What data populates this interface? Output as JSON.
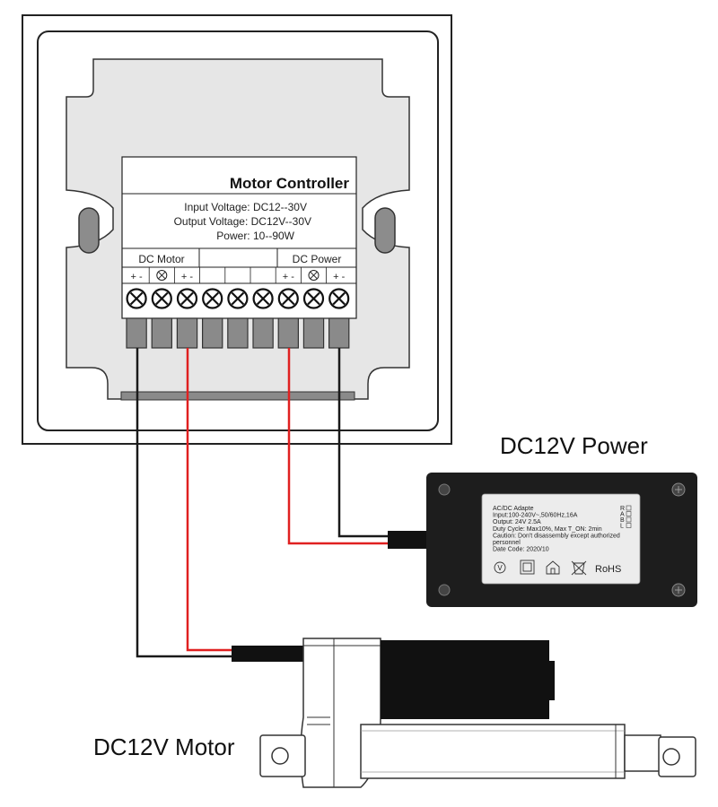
{
  "controller": {
    "title": "Motor Controller",
    "specs": [
      "Input Voltage: DC12--30V",
      "Output Voltage: DC12V--30V",
      "Power: 10--90W"
    ],
    "group_motor": "DC Motor",
    "group_power": "DC Power",
    "polarity": "+ -"
  },
  "power_supply": {
    "caption": "DC12V Power",
    "label_lines": [
      "AC/DC Adapte",
      "Input:100-240V~,50/60Hz,16A",
      "Output: 24V     2.5A",
      "Duty Cycle: Max10%, Max T_ON: 2min",
      "Caution: Don't disassembly except authorized",
      "personnel",
      "Date Code: 2020/10"
    ],
    "side_marks": [
      "R",
      "A",
      "B",
      "L"
    ],
    "rohs": "RoHS",
    "cert_icons": [
      "v-mark-icon",
      "double-square-icon",
      "house-icon",
      "crossed-bin-icon"
    ]
  },
  "motor": {
    "caption": "DC12V Motor"
  },
  "colors": {
    "wire_red": "#e02020",
    "wire_black": "#1a1a1a",
    "controller_fill": "#e6e6e6",
    "terminal_gray": "#8a8a8a",
    "adapter_body": "#1d1d1d"
  }
}
